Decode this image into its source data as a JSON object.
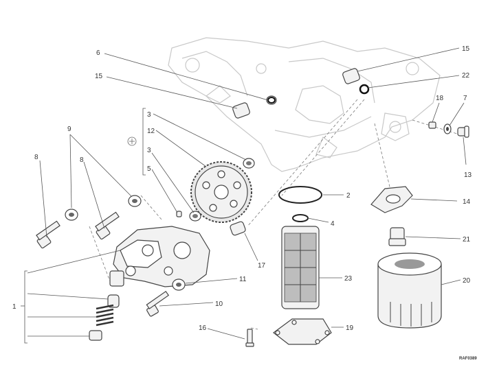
{
  "callouts": {
    "c1": "1",
    "c2": "2",
    "c3a": "3",
    "c3b": "3",
    "c4": "4",
    "c5": "5",
    "c6": "6",
    "c7": "7",
    "c8a": "8",
    "c8b": "8",
    "c9": "9",
    "c10": "10",
    "c11": "11",
    "c12": "12",
    "c13": "13",
    "c14": "14",
    "c15a": "15",
    "c15b": "15",
    "c16": "16",
    "c17": "17",
    "c18": "18",
    "c19": "19",
    "c20": "20",
    "c21": "21",
    "c22": "22",
    "c23": "23"
  },
  "drawing_ref": "RAF0389"
}
